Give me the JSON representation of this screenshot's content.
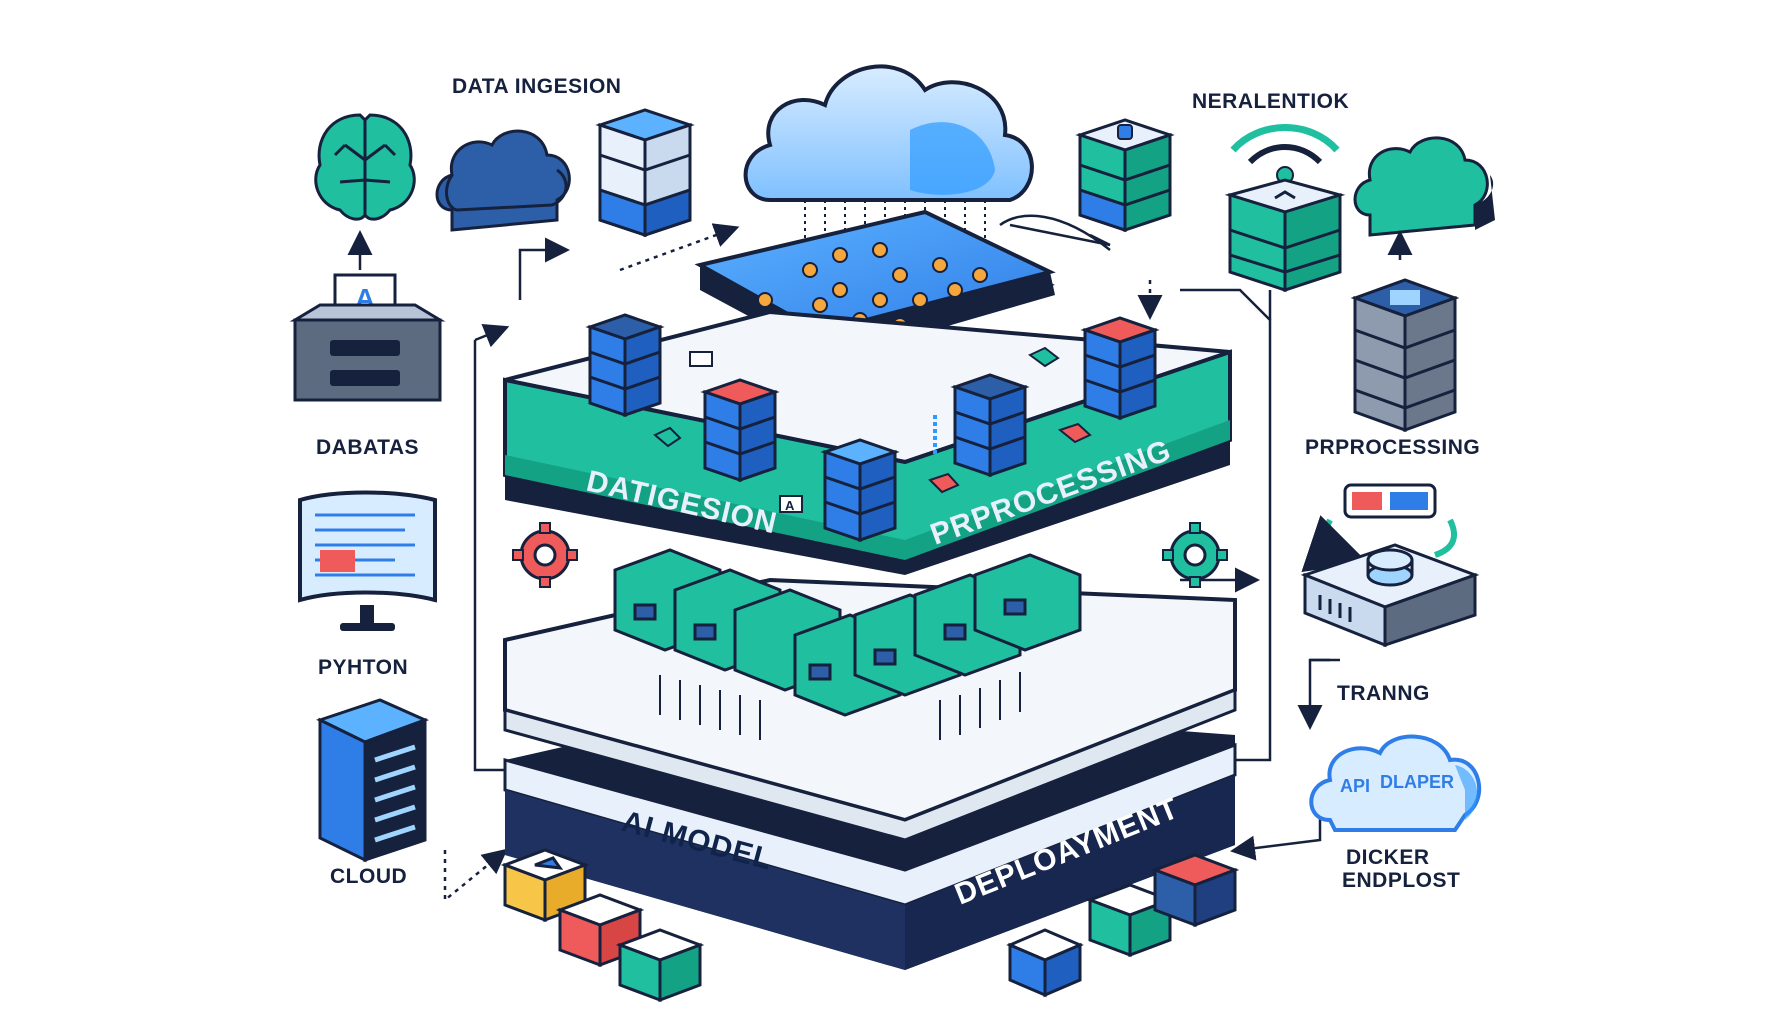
{
  "labels": {
    "data_ingesion": "DATA INGESION",
    "neralentiok": "NERALENTIOK",
    "dabatas": "DABATAS",
    "prprocessing_right": "PRPROCESSING",
    "pyhton": "PYHTON",
    "tranng": "TRANNG",
    "cloud": "CLOUD",
    "dicker": "DICKER",
    "endplost": "ENDPLOST",
    "api": "API",
    "dlaper": "DLAPER"
  },
  "tiers": {
    "top_left": "DATIGESION",
    "top_right": "PRPROCESSING",
    "bottom_left": "AI MODEL",
    "bottom_right": "DEPLOAYMENT"
  },
  "glyphs": {
    "monitor_letter": "A",
    "small_a": "A"
  },
  "icons": [
    "brain-icon",
    "cloud-icon",
    "server-icon",
    "monitor-icon",
    "document-screen-icon",
    "server-rack-icon",
    "wifi-router-icon",
    "gear-icon",
    "hard-drive-icon",
    "cube-icon"
  ],
  "colors": {
    "teal": "#1fbf9f",
    "navy": "#15213d",
    "blue": "#2f7ee8",
    "light_blue": "#9fd4ff",
    "red": "#ef5a5a",
    "yellow": "#f7c548",
    "orange_node": "#f5a63c"
  }
}
